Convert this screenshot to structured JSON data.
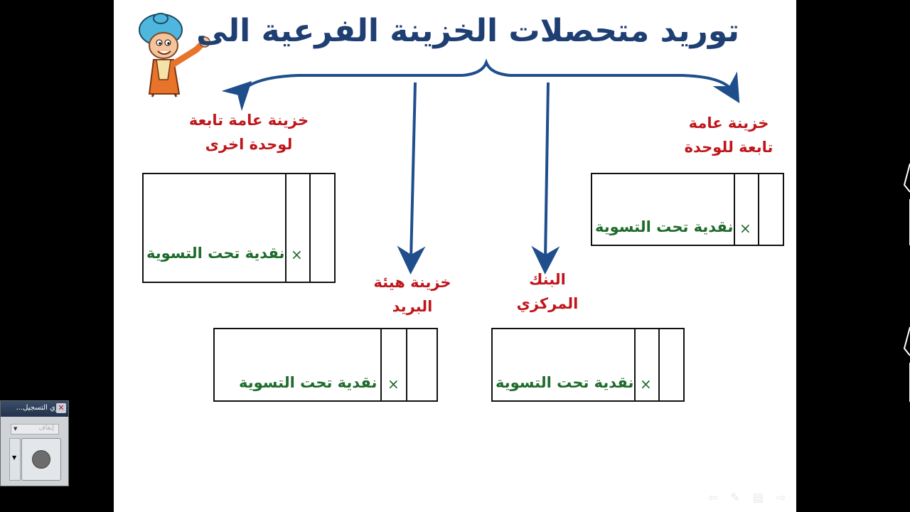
{
  "slide": {
    "title": "توريد متحصلات الخزينة الفرعية الى",
    "labels": {
      "unit_treasury": [
        "خزينة عامة",
        "تابعة للوحدة"
      ],
      "other_unit_treasury": [
        "خزينة عامة تابعة",
        "لوحدة اخرى"
      ],
      "post_treasury": [
        "خزينة هيئة",
        "البريد"
      ],
      "central_bank": [
        "البنك",
        "المركزي"
      ]
    },
    "account_entry": "نقدية تحت التسوية",
    "cross_mark": "×",
    "colors": {
      "title": "#1f3f73",
      "label": "#c0161b",
      "entry": "#1e6b2b",
      "arrow": "#1f4e8c"
    }
  },
  "recorder": {
    "window_title": "جاري التسجيل...",
    "dropdown_value": "إيقاف"
  },
  "icons": [
    "mascot-illustration",
    "close-icon",
    "record-icon",
    "chevron-down-icon",
    "nav-back-icon",
    "nav-pen-icon",
    "nav-menu-icon",
    "nav-forward-icon"
  ]
}
